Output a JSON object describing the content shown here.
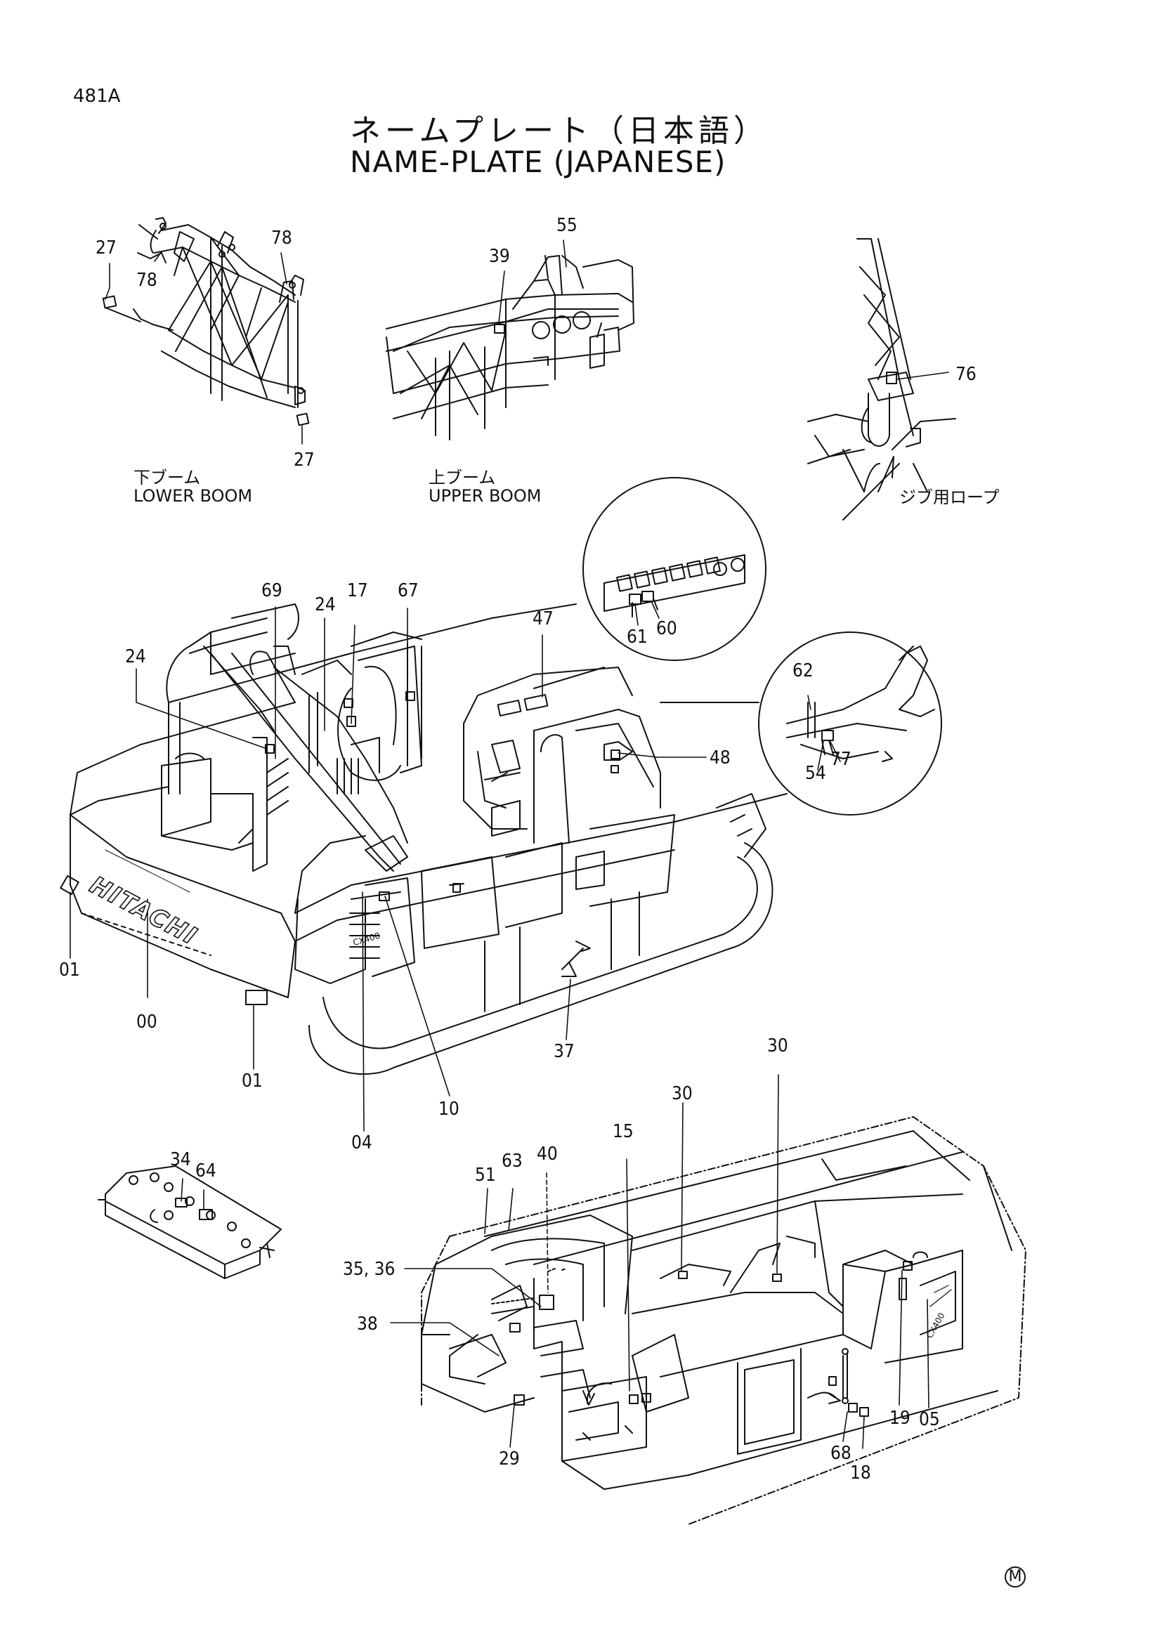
{
  "doc": {
    "code": "481A",
    "title_jp": "ネームプレート（日本語）",
    "title_en": "NAME-PLATE (JAPANESE)",
    "footer_mark": "M"
  },
  "views": {
    "lower_boom_jp": "下ブーム",
    "lower_boom_en": "LOWER BOOM",
    "upper_boom_jp": "上ブーム",
    "upper_boom_en": "UPPER BOOM",
    "jib_rope_jp": "ジブ用ロープ",
    "brand": "HITACHI",
    "model": "CX400"
  },
  "callouts": {
    "c27a": "27",
    "c78a": "78",
    "c78b": "78",
    "c27b": "27",
    "c55": "55",
    "c39": "39",
    "c76": "76",
    "c69": "69",
    "c17": "17",
    "c67": "67",
    "c24a": "24",
    "c24b": "24",
    "c47": "47",
    "c61": "61",
    "c60": "60",
    "c62": "62",
    "c54": "54",
    "c77": "77",
    "c48": "48",
    "c01a": "01",
    "c00": "00",
    "c01b": "01",
    "c04": "04",
    "c10": "10",
    "c37": "37",
    "c34": "34",
    "c64": "64",
    "c51": "51",
    "c63": "63",
    "c40": "40",
    "c15": "15",
    "c30a": "30",
    "c30b": "30",
    "c3536": "35, 36",
    "c38": "38",
    "c29": "29",
    "c68": "68",
    "c18": "18",
    "c19": "19",
    "c05": "05"
  },
  "colors": {
    "ink": "#111111",
    "paper": "#ffffff"
  }
}
